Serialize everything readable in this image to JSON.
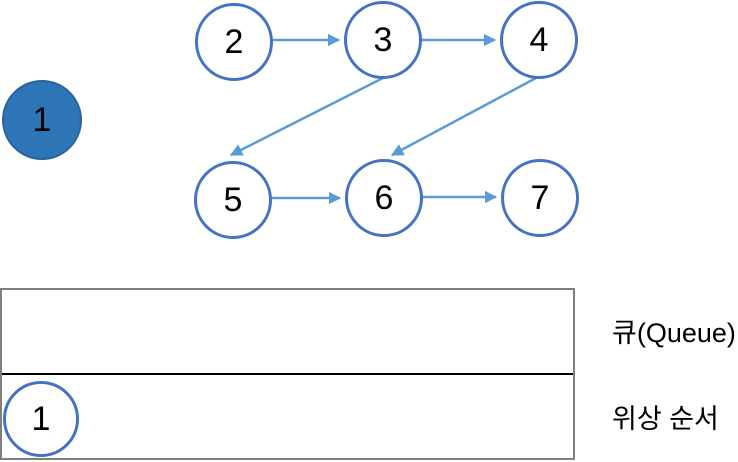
{
  "diagram": {
    "nodes": [
      {
        "id": "1",
        "label": "1",
        "style": "filled"
      },
      {
        "id": "2",
        "label": "2",
        "style": "outline"
      },
      {
        "id": "3",
        "label": "3",
        "style": "outline"
      },
      {
        "id": "4",
        "label": "4",
        "style": "outline"
      },
      {
        "id": "5",
        "label": "5",
        "style": "outline"
      },
      {
        "id": "6",
        "label": "6",
        "style": "outline"
      },
      {
        "id": "7",
        "label": "7",
        "style": "outline"
      }
    ],
    "edges": [
      {
        "from": "2",
        "to": "3"
      },
      {
        "from": "3",
        "to": "4"
      },
      {
        "from": "3",
        "to": "5"
      },
      {
        "from": "4",
        "to": "6"
      },
      {
        "from": "5",
        "to": "6"
      },
      {
        "from": "6",
        "to": "7"
      }
    ],
    "colors": {
      "filled_node_fill": "#2E75B6",
      "outline_node_border": "#4472C4",
      "arrow": "#5B9BD5"
    }
  },
  "table": {
    "border_color": "#7F7F7F",
    "divider_color": "#000000",
    "rows": [
      {
        "label": "큐(Queue)",
        "items": []
      },
      {
        "label": "위상 순서",
        "items": [
          "1"
        ]
      }
    ]
  }
}
